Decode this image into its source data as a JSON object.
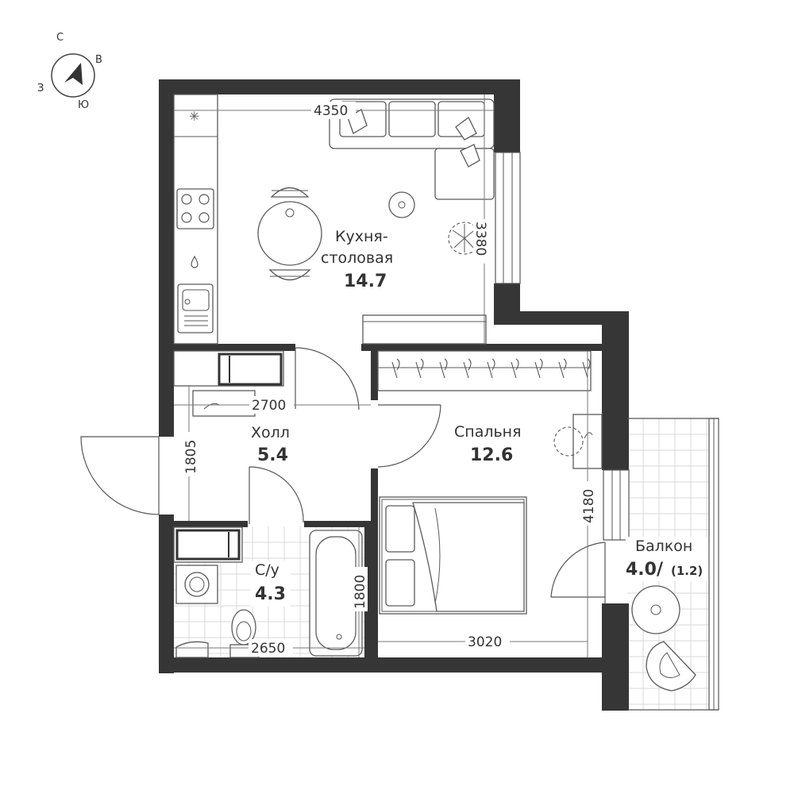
{
  "compass": {
    "north": "С",
    "east": "В",
    "south": "Ю",
    "west": "З"
  },
  "rooms": {
    "kitchen": {
      "name_line1": "Кухня-",
      "name_line2": "столовая",
      "area": "14.7"
    },
    "hall": {
      "name": "Холл",
      "area": "5.4"
    },
    "bedroom": {
      "name": "Спальня",
      "area": "12.6"
    },
    "bathroom": {
      "name": "С/у",
      "area": "4.3"
    },
    "balcony": {
      "name": "Балкон",
      "area": "4.0/",
      "area_reduced": "(1.2)"
    }
  },
  "dimensions": {
    "kitchen_width": "4350",
    "kitchen_depth": "3380",
    "hall_width": "2700",
    "hall_depth": "1805",
    "bedroom_width": "3020",
    "bedroom_depth": "4180",
    "bathroom_width": "2650",
    "bathroom_depth": "1800"
  },
  "colors": {
    "wall": "#363636",
    "tile": "#d9d9d9",
    "line": "#555555"
  }
}
